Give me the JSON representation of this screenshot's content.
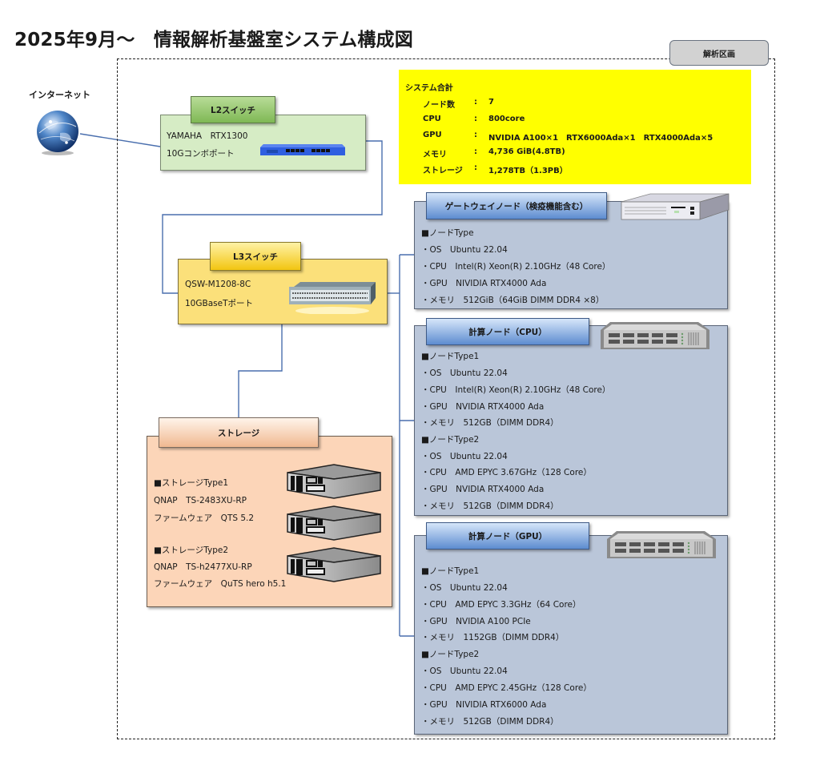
{
  "title": "2025年9月～　情報解析基盤室システム構成図",
  "zone_label": "解析区画",
  "internet": {
    "label": "インターネット",
    "icon": "globe-icon"
  },
  "summary": {
    "title": "システム合計",
    "rows": [
      {
        "key": "ノード数",
        "sep": ":",
        "value": "7"
      },
      {
        "key": "CPU",
        "sep": ":",
        "value": "800core"
      },
      {
        "key": "GPU",
        "sep": ":",
        "value": "NVIDIA A100×1　RTX6000Ada×1　RTX4000Ada×5"
      },
      {
        "key": "メモリ",
        "sep": ":",
        "value": "4,736 GiB(4.8TB)"
      },
      {
        "key": "ストレージ",
        "sep": ":",
        "value": "1,278TB（1.3PB）"
      }
    ]
  },
  "l2_switch": {
    "label": "L2スイッチ",
    "lines": [
      "YAMAHA　RTX1300",
      "10Gコンボポート"
    ],
    "icon": "router-icon",
    "color": "#2f5fe0"
  },
  "l3_switch": {
    "label": "L3スイッチ",
    "lines": [
      "QSW-M1208-8C",
      "10GBaseTポート"
    ],
    "icon": "switch-icon"
  },
  "storage": {
    "label": "ストレージ",
    "lines": [
      "■ストレージType1",
      "QNAP　TS-2483XU-RP",
      "ファームウェア　QTS 5.2",
      "■ストレージType2",
      "QNAP　TS-h2477XU-RP",
      "ファームウェア　QuTS hero h5.1"
    ],
    "icon": "storage-server-icon"
  },
  "gateway_node": {
    "label": "ゲートウェイノード（検疫機能含む）",
    "lines": [
      "■ノードType",
      "・OS　Ubuntu 22.04",
      "・CPU　Intel(R) Xeon(R) 2.10GHz（48 Core）",
      "・GPU　NIVIDIA RTX4000 Ada",
      "・メモリ　512GiB（64GiB DIMM DDR4 ×8）"
    ],
    "icon": "server-icon"
  },
  "cpu_node": {
    "label": "計算ノード（CPU）",
    "lines": [
      "■ノードType1",
      "・OS　Ubuntu 22.04",
      "・CPU　Intel(R) Xeon(R) 2.10GHz（48 Core）",
      "・GPU　NVIDIA RTX4000 Ada",
      "・メモリ　512GB（DIMM DDR4）",
      "■ノードType2",
      "・OS　Ubuntu 22.04",
      "・CPU　AMD EPYC 3.67GHz（128 Core）",
      "・GPU　NVIDIA RTX4000 Ada",
      "・メモリ　512GB（DIMM DDR4）"
    ],
    "icon": "rack-server-icon"
  },
  "gpu_node": {
    "label": "計算ノード（GPU）",
    "lines": [
      "■ノードType1",
      "・OS　Ubuntu 22.04",
      "・CPU　AMD EPYC 3.3GHz（64 Core）",
      "・GPU　NVIDIA A100 PCIe",
      "・メモリ　1152GB（DIMM DDR4）",
      "■ノードType2",
      "・OS　Ubuntu 22.04",
      "・CPU　AMD EPYC 2.45GHz（128 Core）",
      "・GPU　NIVIDIA RTX6000 Ada",
      "・メモリ　512GB（DIMM DDR4）"
    ],
    "icon": "rack-server-icon"
  },
  "connections": [
    {
      "from": "internet",
      "to": "l2_switch"
    },
    {
      "from": "l2_switch",
      "to": "l3_switch"
    },
    {
      "from": "l3_switch",
      "to": "storage"
    },
    {
      "from": "l3_switch",
      "to": "gateway_node"
    },
    {
      "from": "l3_switch",
      "to": "cpu_node"
    },
    {
      "from": "l3_switch",
      "to": "gpu_node"
    }
  ],
  "colors": {
    "link": "#4a6fae",
    "summary_bg": "#ffff00",
    "l2_bg": "#d6ecc5",
    "l3_bg": "#fbe07a",
    "storage_bg": "#fcd5b8",
    "node_bg": "#bac6d9"
  }
}
